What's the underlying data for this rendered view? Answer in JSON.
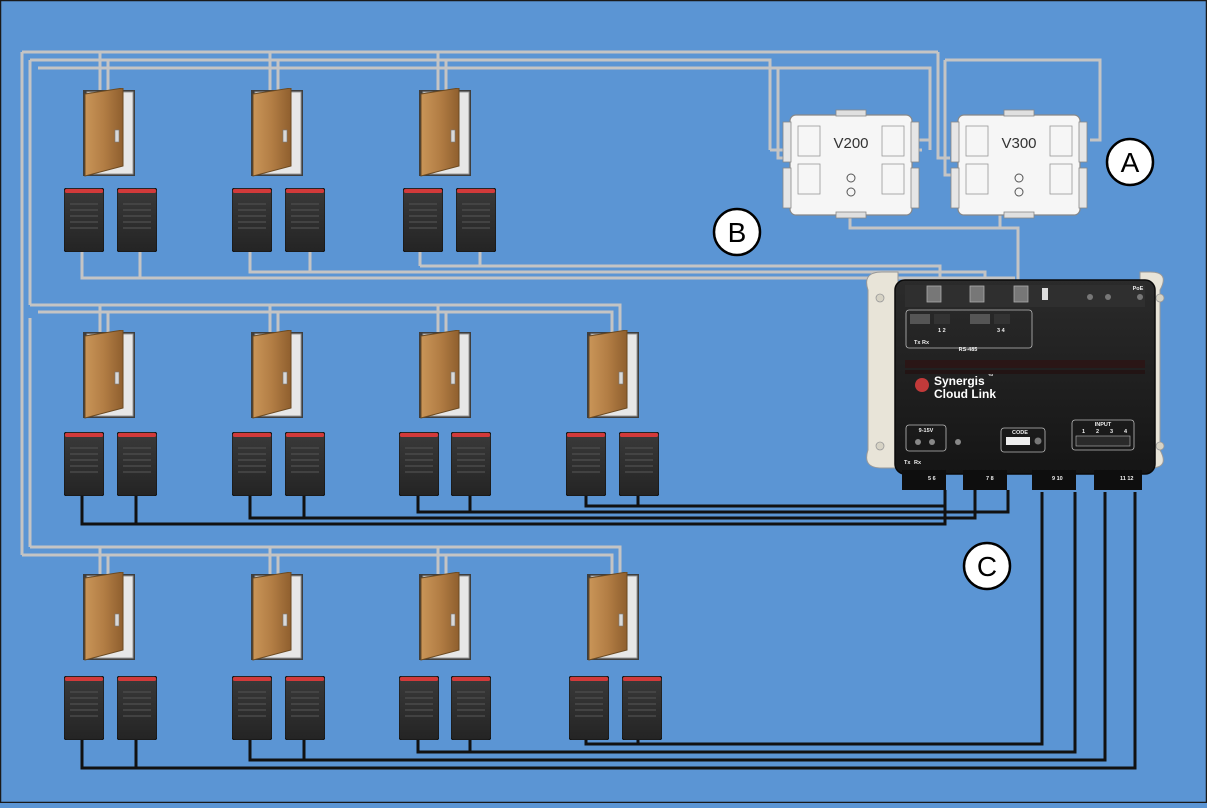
{
  "diagram": {
    "controllers": [
      {
        "label": "V200"
      },
      {
        "label": "V300"
      }
    ],
    "callouts": {
      "a": "A",
      "b": "B",
      "c": "C"
    },
    "synergis": {
      "brand_line1": "Synergis",
      "trademark": "™",
      "brand_line2": "Cloud Link",
      "rs485": "RS-485",
      "power": "9-15V",
      "code": "CODE",
      "input": "INPUT",
      "poe": "PoE",
      "tx": "Tx",
      "rx": "Rx",
      "port_1_2": "1  2",
      "port_3_4": "3  4",
      "port_5_6": "5  6",
      "port_7_8": "7  8",
      "port_9_10": "9 10",
      "port_11_12": "11 12",
      "input_1": "1",
      "input_2": "2",
      "input_3": "3",
      "input_4": "4"
    },
    "colors": {
      "background": "#5b95d4",
      "gray_wire": "#c4c4c4",
      "black_wire": "#111111",
      "door": "#b4874f",
      "reader": "#2e2e2e",
      "reader_led": "#d23a3a",
      "module_body": "#1f1f1f"
    }
  }
}
